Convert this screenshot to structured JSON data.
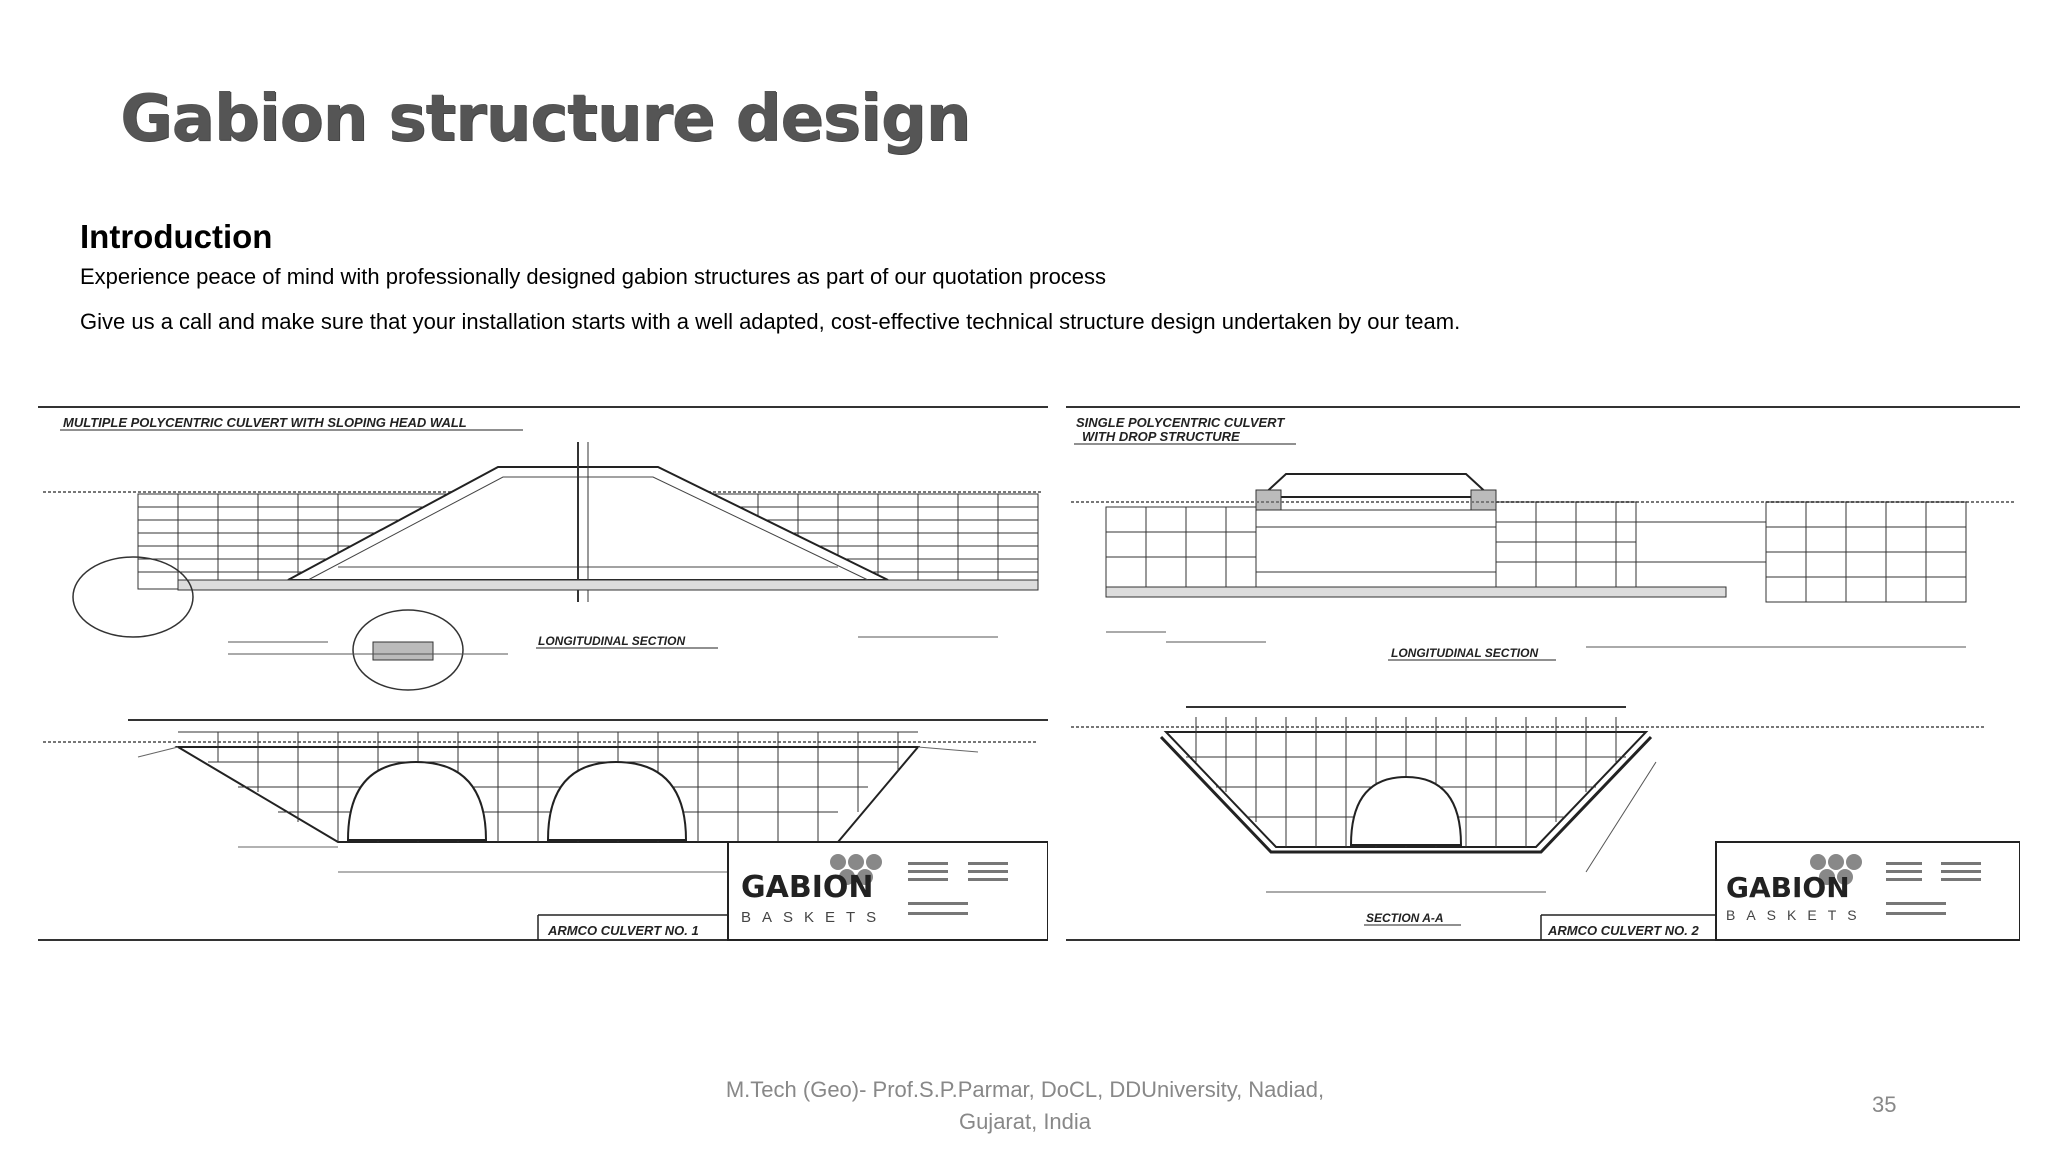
{
  "slide": {
    "title": "Gabion structure design",
    "section_heading": "Introduction",
    "paragraphs": [
      "Experience peace of mind with professionally designed gabion structures as part of our quotation process",
      "Give us a call and make sure that your installation starts with a well adapted, cost-effective technical structure design undertaken by our team."
    ]
  },
  "drawings": [
    {
      "heading": "MULTIPLE POLYCENTRIC CULVERT WITH SLOPING HEAD WALL",
      "section_label": "LONGITUDINAL SECTION",
      "logo_main": "GABION",
      "logo_sub": "BASKETS",
      "title_block": "ARMCO CULVERT NO. 1"
    },
    {
      "heading_line1": "SINGLE POLYCENTRIC CULVERT",
      "heading_line2": "WITH DROP STRUCTURE",
      "section_label": "LONGITUDINAL SECTION",
      "section_label_2": "SECTION A-A",
      "logo_main": "GABION",
      "logo_sub": "BASKETS",
      "title_block": "ARMCO CULVERT NO. 2"
    }
  ],
  "footer": {
    "line1": "M.Tech (Geo)- Prof.S.P.Parmar, DoCL, DDUniversity, Nadiad,",
    "line2": "Gujarat, India",
    "page_number": "35"
  }
}
